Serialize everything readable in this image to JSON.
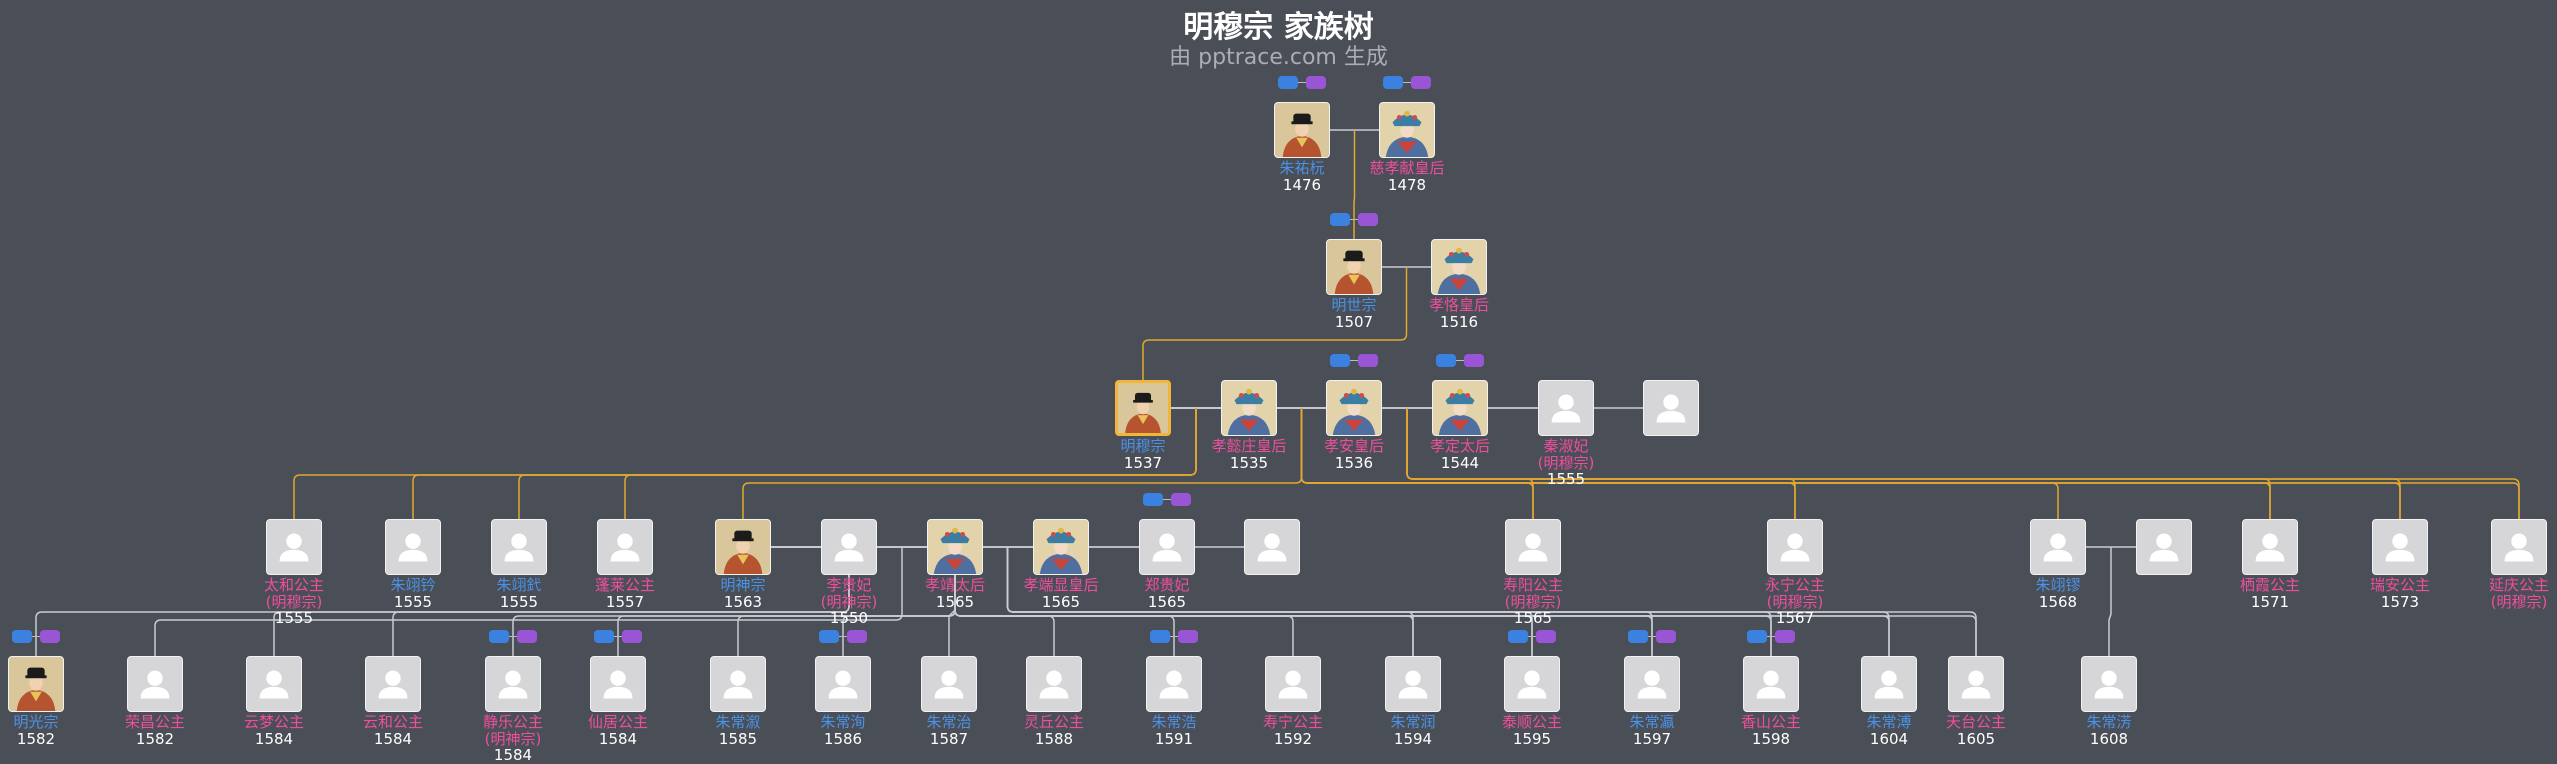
{
  "title": "明穆宗 家族树",
  "subtitle": "由 pptrace.com 生成",
  "colors": {
    "background": "#4a4e57",
    "male": "#4a92e6",
    "female": "#ee4f9c",
    "line_ancestor": "#e0a830",
    "line_default": "#c9ccd2",
    "highlight": "#f0b63c"
  },
  "rows": [
    [
      {
        "id": "zhuyoucheng",
        "name": "朱祐杬",
        "year": "1476",
        "g": "m",
        "photo": "emperor-portrait"
      },
      {
        "id": "cixian",
        "name": "慈孝献皇后",
        "year": "1478",
        "g": "f",
        "photo": "empress-portrait"
      }
    ],
    [
      {
        "id": "shizong",
        "name": "明世宗",
        "year": "1507",
        "g": "m",
        "photo": "emperor-portrait"
      },
      {
        "id": "xiaoke",
        "name": "孝恪皇后",
        "year": "1516",
        "g": "f",
        "photo": "empress-portrait"
      }
    ],
    [
      {
        "id": "muzong",
        "name": "明穆宗",
        "year": "1537",
        "g": "m",
        "photo": "emperor-portrait",
        "highlight": true
      },
      {
        "id": "xiaoyizhuang",
        "name": "孝懿庄皇后",
        "year": "1535",
        "g": "f",
        "photo": "empress-portrait"
      },
      {
        "id": "xiaoan",
        "name": "孝安皇后",
        "year": "1536",
        "g": "f",
        "photo": "empress-portrait"
      },
      {
        "id": "xiaoding",
        "name": "孝定太后",
        "year": "1544",
        "g": "f",
        "photo": "empress-portrait"
      },
      {
        "id": "qinfei",
        "name": "秦淑妃",
        "name2": "(明穆宗)",
        "year": "1555",
        "g": "f",
        "photo": "placeholder"
      },
      {
        "id": "unknown3",
        "name": "",
        "year": "",
        "g": "f",
        "photo": "placeholder"
      }
    ],
    [
      {
        "id": "taihe",
        "name": "太和公主",
        "name2": "(明穆宗)",
        "year": "1555",
        "g": "f",
        "photo": "placeholder"
      },
      {
        "id": "yiling",
        "name": "朱翊钤",
        "year": "1555",
        "g": "m",
        "photo": "placeholder"
      },
      {
        "id": "yiyu",
        "name": "朱翊釴",
        "year": "1555",
        "g": "m",
        "photo": "placeholder"
      },
      {
        "id": "penglai",
        "name": "蓬莱公主",
        "year": "1557",
        "g": "f",
        "photo": "placeholder"
      },
      {
        "id": "shenzong",
        "name": "明神宗",
        "year": "1563",
        "g": "m",
        "photo": "emperor-portrait"
      },
      {
        "id": "ligui",
        "name": "李贵妃",
        "name2": "(明神宗)",
        "year": "1550",
        "g": "f",
        "photo": "placeholder"
      },
      {
        "id": "xiaojing",
        "name": "孝靖太后",
        "year": "1565",
        "g": "f",
        "photo": "empress-portrait"
      },
      {
        "id": "xiaoduan",
        "name": "孝端显皇后",
        "year": "1565",
        "g": "f",
        "photo": "empress-portrait"
      },
      {
        "id": "zhenggui",
        "name": "郑贵妃",
        "year": "1565",
        "g": "f",
        "photo": "placeholder"
      },
      {
        "id": "unknown4",
        "name": "",
        "year": "",
        "g": "f",
        "photo": "placeholder"
      },
      {
        "id": "shouyang",
        "name": "寿阳公主",
        "name2": "(明穆宗)",
        "year": "1565",
        "g": "f",
        "photo": "placeholder"
      },
      {
        "id": "yongning",
        "name": "永宁公主",
        "name2": "(明穆宗)",
        "year": "1567",
        "g": "f",
        "photo": "placeholder"
      },
      {
        "id": "yiliu",
        "name": "朱翊镠",
        "year": "1568",
        "g": "m",
        "photo": "placeholder"
      },
      {
        "id": "unknown5",
        "name": "",
        "year": "",
        "g": "f",
        "photo": "placeholder"
      },
      {
        "id": "qixia",
        "name": "栖霞公主",
        "year": "1571",
        "g": "f",
        "photo": "placeholder"
      },
      {
        "id": "ruian",
        "name": "瑞安公主",
        "year": "1573",
        "g": "f",
        "photo": "placeholder"
      },
      {
        "id": "yanqing",
        "name": "延庆公主",
        "name2": "(明穆宗)",
        "year": "",
        "g": "f",
        "photo": "placeholder"
      }
    ],
    [
      {
        "id": "guangzong",
        "name": "明光宗",
        "year": "1582",
        "g": "m",
        "photo": "emperor-portrait"
      },
      {
        "id": "rongchang",
        "name": "荣昌公主",
        "year": "1582",
        "g": "f",
        "photo": "placeholder"
      },
      {
        "id": "yunmeng",
        "name": "云梦公主",
        "year": "1584",
        "g": "f",
        "photo": "placeholder"
      },
      {
        "id": "yunhe",
        "name": "云和公主",
        "year": "1584",
        "g": "f",
        "photo": "placeholder"
      },
      {
        "id": "jingle",
        "name": "静乐公主",
        "name2": "(明神宗)",
        "year": "1584",
        "g": "f",
        "photo": "placeholder"
      },
      {
        "id": "xianju",
        "name": "仙居公主",
        "year": "1584",
        "g": "f",
        "photo": "placeholder"
      },
      {
        "id": "changxu",
        "name": "朱常溆",
        "year": "1585",
        "g": "m",
        "photo": "placeholder"
      },
      {
        "id": "changxun",
        "name": "朱常洵",
        "year": "1586",
        "g": "m",
        "photo": "placeholder"
      },
      {
        "id": "changzhi",
        "name": "朱常治",
        "year": "1587",
        "g": "m",
        "photo": "placeholder"
      },
      {
        "id": "lingqiu",
        "name": "灵丘公主",
        "year": "1588",
        "g": "f",
        "photo": "placeholder"
      },
      {
        "id": "changhao",
        "name": "朱常浩",
        "year": "1591",
        "g": "m",
        "photo": "placeholder"
      },
      {
        "id": "shouning",
        "name": "寿宁公主",
        "year": "1592",
        "g": "f",
        "photo": "placeholder"
      },
      {
        "id": "changrun",
        "name": "朱常润",
        "year": "1594",
        "g": "m",
        "photo": "placeholder"
      },
      {
        "id": "taishun",
        "name": "泰顺公主",
        "year": "1595",
        "g": "f",
        "photo": "placeholder"
      },
      {
        "id": "changying",
        "name": "朱常瀛",
        "year": "1597",
        "g": "m",
        "photo": "placeholder"
      },
      {
        "id": "xiangshan",
        "name": "香山公主",
        "year": "1598",
        "g": "f",
        "photo": "placeholder"
      },
      {
        "id": "changpu",
        "name": "朱常溥",
        "year": "1604",
        "g": "m",
        "photo": "placeholder"
      },
      {
        "id": "tiantai",
        "name": "天台公主",
        "year": "1605",
        "g": "f",
        "photo": "placeholder"
      },
      {
        "id": "changhao2",
        "name": "朱常淓",
        "year": "1608",
        "g": "m",
        "photo": "placeholder"
      }
    ]
  ],
  "couples": [
    [
      "zhuyoucheng",
      "cixian"
    ],
    [
      "shizong",
      "xiaoke"
    ],
    [
      "muzong",
      "xiaoyizhuang"
    ],
    [
      "muzong",
      "xiaoan"
    ],
    [
      "muzong",
      "xiaoding"
    ],
    [
      "muzong",
      "qinfei"
    ],
    [
      "muzong",
      "unknown3"
    ],
    [
      "shenzong",
      "ligui"
    ],
    [
      "shenzong",
      "xiaojing"
    ],
    [
      "shenzong",
      "xiaoduan"
    ],
    [
      "shenzong",
      "zhenggui"
    ],
    [
      "shenzong",
      "unknown4"
    ],
    [
      "yiliu",
      "unknown5"
    ]
  ],
  "families": [
    {
      "parents": [
        "zhuyoucheng",
        "cixian"
      ],
      "children": [
        "shizong"
      ],
      "lineage": true
    },
    {
      "parents": [
        "shizong",
        "xiaoke"
      ],
      "children": [
        "muzong"
      ],
      "lineage": true
    },
    {
      "parents": [
        "muzong",
        "xiaoyizhuang"
      ],
      "children": [
        "taihe",
        "yiling",
        "yiyu",
        "penglai"
      ],
      "lineage": true
    },
    {
      "parents": [
        "muzong",
        "xiaoding"
      ],
      "children": [
        "shenzong",
        "shouyang",
        "yongning",
        "yiliu",
        "qixia",
        "ruian",
        "yanqing"
      ],
      "lineage": true
    },
    {
      "parents": [
        "muzong",
        "unknown3"
      ],
      "children": [
        "shouyang",
        "yongning",
        "qixia",
        "ruian",
        "yanqing"
      ],
      "lineage": true
    },
    {
      "parents": [
        "shenzong",
        "xiaojing"
      ],
      "children": [
        "guangzong",
        "yunmeng",
        "yunhe"
      ],
      "lineage": false
    },
    {
      "parents": [
        "shenzong",
        "xiaoduan"
      ],
      "children": [
        "rongchang"
      ],
      "lineage": false
    },
    {
      "parents": [
        "shenzong",
        "zhenggui"
      ],
      "children": [
        "jingle",
        "xianju",
        "changxu",
        "changxun",
        "changzhi",
        "lingqiu",
        "changhao",
        "shouning",
        "changrun",
        "taishun",
        "changying",
        "xiangshan",
        "changpu",
        "tiantai"
      ],
      "lineage": false
    },
    {
      "parents": [
        "shenzong",
        "unknown4"
      ],
      "children": [
        "changrun",
        "taishun",
        "changying",
        "xiangshan",
        "changpu",
        "tiantai"
      ],
      "lineage": false
    },
    {
      "parents": [
        "yiliu",
        "unknown5"
      ],
      "children": [
        "changhao2"
      ],
      "lineage": false
    }
  ],
  "toggle_above": [
    "zhuyoucheng",
    "cixian",
    "shizong",
    "xiaoan",
    "xiaoding",
    "zhenggui",
    "guangzong",
    "jingle",
    "xianju",
    "changxun",
    "changhao",
    "taishun",
    "changying",
    "xiangshan"
  ]
}
